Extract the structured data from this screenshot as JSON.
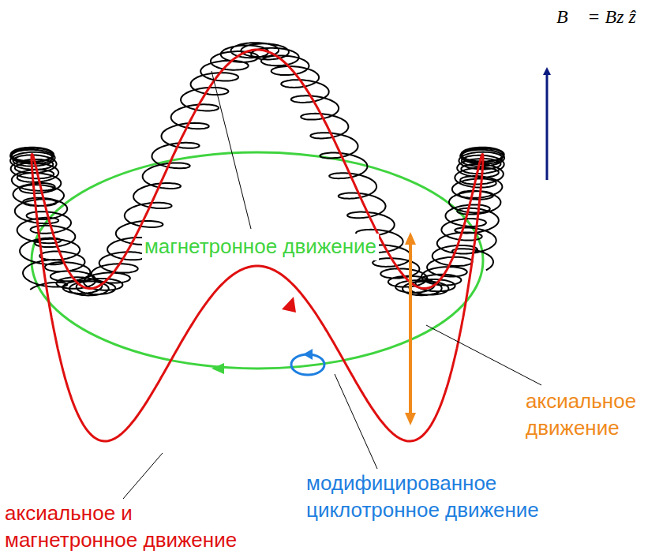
{
  "diagram": {
    "labels": [
      "B⃗ = Bz ẑ",
      "магнетронное движение",
      "аксиальное движение",
      "модифицированное циклотронное движение",
      "аксиальное и магнетронное движение"
    ]
  }
}
